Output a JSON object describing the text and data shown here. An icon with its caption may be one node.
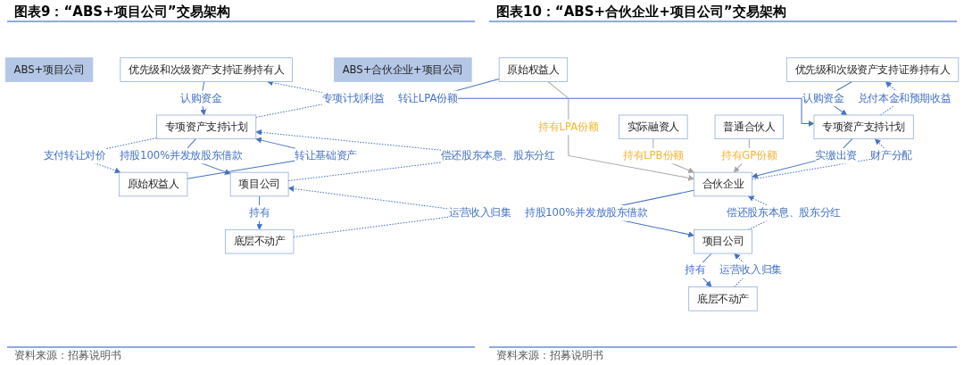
{
  "diagram": {
    "nodes": [
      {
        "text": [
          "ABS+项目公司"
        ]
      },
      {
        "text": [
          "优先级和次级资产支持证券持有人"
        ]
      },
      {
        "text": [
          "专项资产支持计划"
        ]
      },
      {
        "text": [
          "原始权益人"
        ]
      },
      {
        "text": [
          "项目公司"
        ]
      },
      {
        "text": [
          "底层不动产"
        ]
      },
      {
        "text": [
          "ABS+合伙企业+项目公司"
        ]
      },
      {
        "text": [
          "优先级和次级资产支持证券持有人"
        ]
      },
      {
        "text": [
          "专项资产支持计划"
        ]
      },
      {
        "text": [
          "原始权益人"
        ]
      },
      {
        "text": [
          "实际融资人"
        ]
      },
      {
        "text": [
          "合伙企业"
        ]
      },
      {
        "text": [
          "普通合伙人"
        ]
      },
      {
        "text": [
          "项目公司"
        ]
      },
      {
        "text": [
          "底层不动产"
        ]
      }
    ],
    "edges": [
      {
        "from": 2,
        "to": 1,
        "arrow": "to",
        "label": "专项计划利益",
        "style": "dashed"
      },
      {
        "from": 1,
        "to": 2,
        "arrow": "to",
        "label": "认购资金"
      },
      {
        "from": 2,
        "to": 3,
        "arrow": "to",
        "label": "支付转让对价",
        "style": "dashed"
      },
      {
        "from": 3,
        "to": 2,
        "arrow": "to",
        "label": "转让基础资产"
      },
      {
        "from": 4,
        "to": 2,
        "arrow": "to",
        "label": "偿还股东本息、股东分红",
        "style": "dashed"
      },
      {
        "from": 2,
        "to": 4,
        "arrow": "to",
        "label": "持股100%并发放股东借款"
      },
      {
        "from": 5,
        "to": 4,
        "arrow": "to",
        "label": "运营收入归集",
        "style": "dashed"
      },
      {
        "from": 4,
        "to": 5,
        "arrow": "to",
        "label": "持有"
      },
      {
        "from": 8,
        "to": 7,
        "arrow": "to",
        "label": "兑付本金和预期收益",
        "style": "dashed"
      },
      {
        "from": 7,
        "to": 8,
        "arrow": "to",
        "label": "认购资金"
      },
      {
        "from": 9,
        "to": 8,
        "arrow": "to",
        "label": "转让LPA份额"
      },
      {
        "from": 11,
        "to": 8,
        "arrow": "to",
        "label": "财产分配",
        "style": "dashed"
      },
      {
        "from": 8,
        "to": 11,
        "arrow": "to",
        "label": "实缴出资"
      },
      {
        "from": 9,
        "to": 11,
        "arrow": "to",
        "label": "持有LPA份额",
        "color": "#a6a6a6"
      },
      {
        "from": 10,
        "to": 11,
        "arrow": "to",
        "label": "持有LPB份额",
        "color": "#a6a6a6"
      },
      {
        "from": 12,
        "to": 11,
        "arrow": "to",
        "label": "持有GP份额",
        "color": "#a6a6a6"
      },
      {
        "from": 13,
        "to": 11,
        "arrow": "to",
        "label": "偿还股东本息、股东分红",
        "style": "dashed"
      },
      {
        "from": 11,
        "to": 13,
        "arrow": "to",
        "label": "持股100%并发放股东借款"
      },
      {
        "from": 14,
        "to": 13,
        "arrow": "to",
        "label": "运营收入归集",
        "style": "dashed"
      },
      {
        "from": 13,
        "to": 14,
        "arrow": "to",
        "label": "持有"
      }
    ],
    "labels": [
      "图表9：“ABS+项目公司”交易架构",
      "图表10：“ABS+合伙企业+项目公司”交易架构",
      "资料来源：招募说明书",
      "资料来源：招募说明书"
    ]
  }
}
